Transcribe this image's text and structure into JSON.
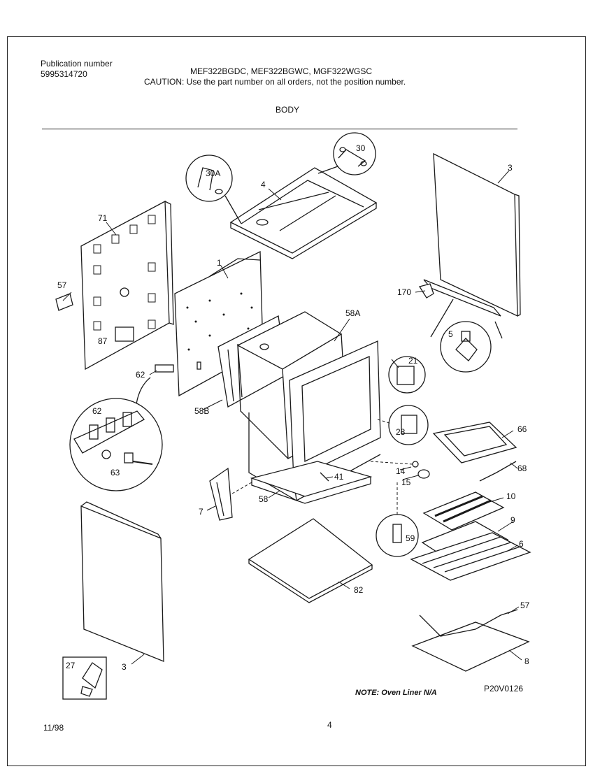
{
  "header": {
    "publication_label": "Publication number",
    "publication_number": "5995314720",
    "models": "MEF322BGDC, MEF322BGWC, MGF322WGSC",
    "caution": "CAUTION:  Use the part number on all orders, not the position number.",
    "section_title": "BODY"
  },
  "callouts": {
    "c30": "30",
    "c30a": "30A",
    "c4": "4",
    "c3_top": "3",
    "c71": "71",
    "c1": "1",
    "c57_left": "57",
    "c87": "87",
    "c58a": "58A",
    "c58b": "58B",
    "c62_arrow": "62",
    "c62_detail": "62",
    "c63": "63",
    "c170": "170",
    "c5": "5",
    "c21": "21",
    "c28": "28",
    "c66": "66",
    "c68": "68",
    "c14": "14",
    "c15": "15",
    "c41": "41",
    "c58": "58",
    "c7": "7",
    "c10": "10",
    "c9": "9",
    "c6": "6",
    "c59": "59",
    "c82": "82",
    "c57_bottom": "57",
    "c8": "8",
    "c27": "27",
    "c3_bottom": "3"
  },
  "footer": {
    "note": "NOTE:  Oven Liner N/A",
    "figure_code": "P20V0126",
    "date": "11/98",
    "page_number": "4"
  }
}
